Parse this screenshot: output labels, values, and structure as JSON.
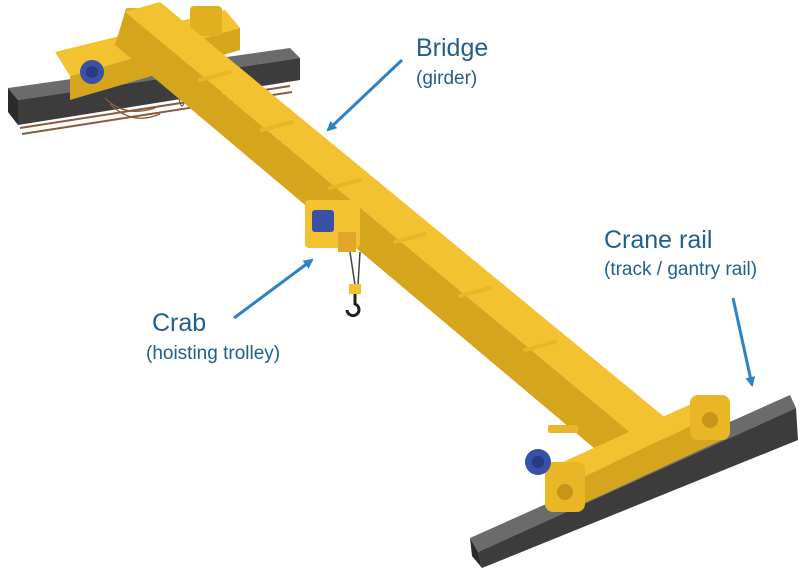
{
  "labels": {
    "bridge": {
      "title": "Bridge",
      "subtitle": "(girder)"
    },
    "crane_rail": {
      "title": "Crane rail",
      "subtitle": "(track / gantry rail)"
    },
    "crab": {
      "title": "Crab",
      "subtitle": "(hoisting trolley)"
    }
  },
  "colors": {
    "label_text": "#1f5f8f",
    "arrow": "#2b82c9",
    "girder_yellow": "#f2c230",
    "girder_shade": "#d6a51e",
    "rail_dark": "#3c3c3c",
    "rail_light": "#6b6b6b",
    "motor_blue": "#3a4fa8",
    "cable": "#555555"
  },
  "icons": [
    "overhead-crane-illustration",
    "pointer-arrow"
  ]
}
